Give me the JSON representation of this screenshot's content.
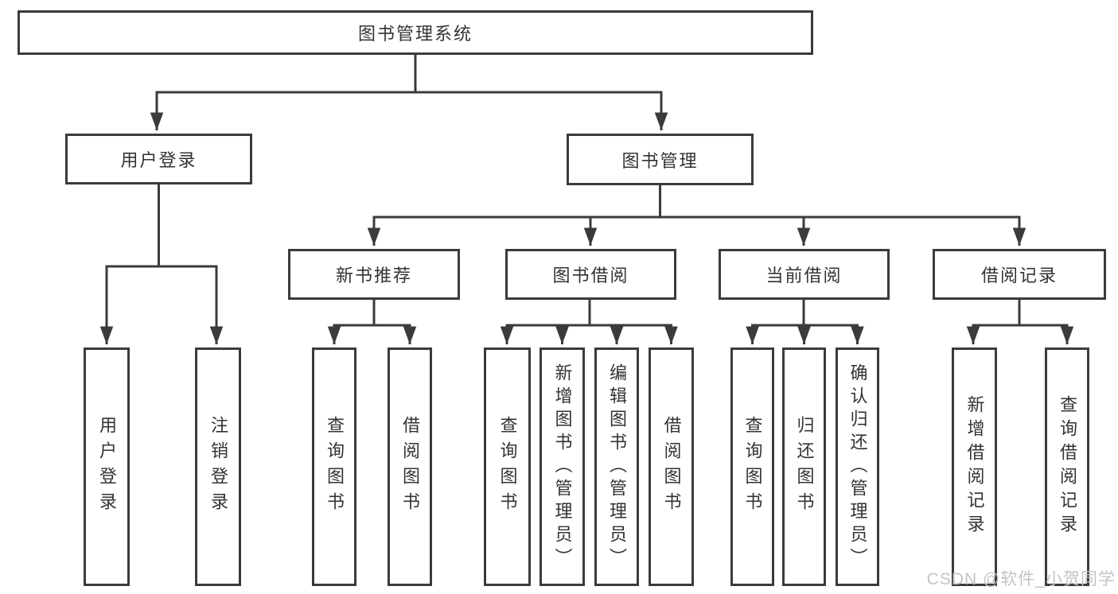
{
  "tree": {
    "root": "图书管理系统",
    "children": [
      {
        "label": "用户登录",
        "children": [
          "用户登录",
          "注销登录"
        ]
      },
      {
        "label": "图书管理",
        "children": [
          {
            "label": "新书推荐",
            "children": [
              "查询图书",
              "借阅图书"
            ]
          },
          {
            "label": "图书借阅",
            "children": [
              "查询图书",
              "新增图书（管理员）",
              "编辑图书（管理员）",
              "借阅图书"
            ]
          },
          {
            "label": "当前借阅",
            "children": [
              "查询图书",
              "归还图书",
              "确认归还（管理员）"
            ]
          },
          {
            "label": "借阅记录",
            "children": [
              "新增借阅记录",
              "查询借阅记录"
            ]
          }
        ]
      }
    ]
  },
  "watermark": "CSDN @软件_小贺同学",
  "colors": {
    "line": "#3b3b3b",
    "box_border": "#3b3b3b",
    "text": "#333333",
    "background": "#ffffff",
    "watermark": "#c6c2c6"
  }
}
